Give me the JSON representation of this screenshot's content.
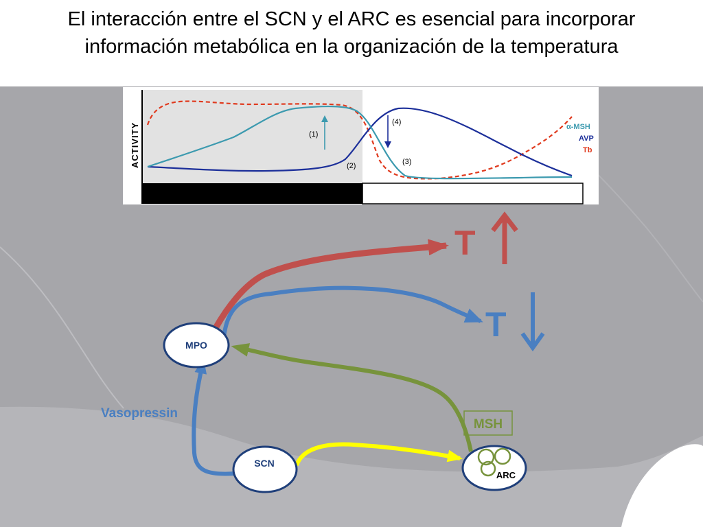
{
  "title": {
    "line1": "El interacción entre el SCN y el ARC es esencial para incorporar",
    "line2": "información metabólica en la organización de la temperatura"
  },
  "activity_chart": {
    "y_axis_label": "ACTIVITY",
    "legend": {
      "msh": "α-MSH",
      "avp": "AVP",
      "tb": "Tb"
    },
    "annotations": {
      "a1": "(1)",
      "a2": "(2)",
      "a3": "(3)",
      "a4": "(4)"
    }
  },
  "nodes": {
    "mpo": "MPO",
    "scn": "SCN",
    "arc": "ARC"
  },
  "labels": {
    "vasopressin": "Vasopressin",
    "msh_box": "MSH"
  },
  "temperature": {
    "up_symbol": "T",
    "down_symbol": "T"
  },
  "colors": {
    "red": "#c0504d",
    "blue": "#4a7fc1",
    "green": "#77933c",
    "yellow": "#ffff00",
    "navy": "#1f3f7a",
    "avp_line": "#1c2f9a",
    "msh_line": "#3c9aaf",
    "tb_line": "#e03a1e",
    "brain_gray": "#a6a6aa"
  }
}
